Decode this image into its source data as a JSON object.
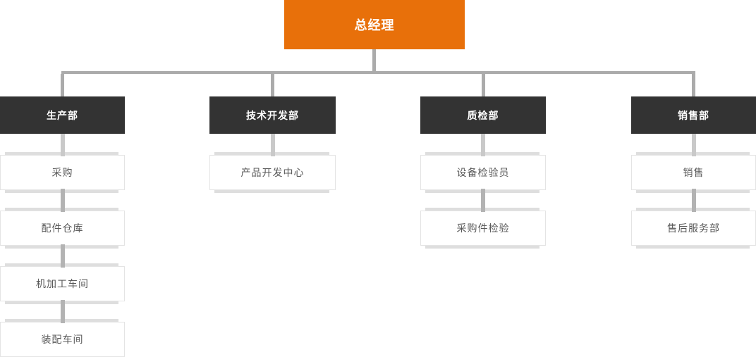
{
  "colors": {
    "root-bg": "#e8700a",
    "dept-bg": "#333333",
    "connector": "#ababab",
    "stub": "#b3b3b3",
    "stub-light": "#c9c9c9",
    "leaf-border": "#e4e4e4",
    "leaf-bar": "#dedede",
    "leaf-text": "#595959"
  },
  "chart_data": {
    "type": "org-chart",
    "root": "总经理",
    "departments": [
      {
        "label": "生产部",
        "children": [
          "采购",
          "配件仓库",
          "机加工车间",
          "装配车间"
        ]
      },
      {
        "label": "技术开发部",
        "children": [
          "产品开发中心"
        ]
      },
      {
        "label": "质检部",
        "children": [
          "设备检验员",
          "采购件检验"
        ]
      },
      {
        "label": "销售部",
        "children": [
          "销售",
          "售后服务部"
        ]
      }
    ]
  },
  "root": {
    "label": "总经理"
  },
  "departments": [
    {
      "label": "生产部",
      "children": [
        "采购",
        "配件仓库",
        "机加工车间",
        "装配车间"
      ]
    },
    {
      "label": "技术开发部",
      "children": [
        "产品开发中心"
      ]
    },
    {
      "label": "质检部",
      "children": [
        "设备检验员",
        "采购件检验"
      ]
    },
    {
      "label": "销售部",
      "children": [
        "销售",
        "售后服务部"
      ]
    }
  ]
}
